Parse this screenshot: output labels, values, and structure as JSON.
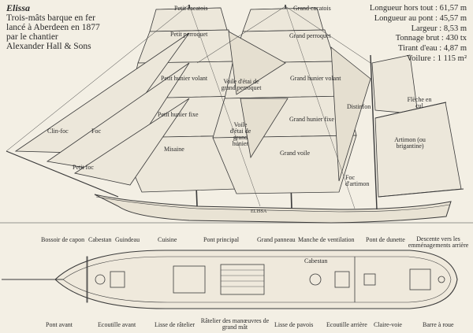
{
  "title": {
    "name": "Elissa",
    "lines": [
      "Trois-mâts barque en fer",
      "lancé à Aberdeen en 1877",
      "par le chantier",
      "Alexander Hall & Sons"
    ]
  },
  "specs": [
    "Longueur hors tout : 61,57 m",
    "Longueur au pont : 45,57 m",
    "Largeur : 8,53 m",
    "Tonnage brut : 430 tx",
    "Tirant d'eau : 4,87 m",
    "Voilure : 1 115 m²"
  ],
  "hull_name": "ELISSA",
  "sail_labels": {
    "petit_cacatois": "Petit cacatois",
    "grand_cacatois": "Grand cacatois",
    "petit_perroquet": "Petit perroquet",
    "grand_perroquet": "Grand perroquet",
    "petit_hunier_volant": "Petit hunier volant",
    "voile_etai_perroquet": "Voile d'étai de grand perroquet",
    "grand_hunier_volant": "Grand hunier volant",
    "petit_hunier_fixe": "Petit hunier fixe",
    "voile_etai_hunier": "Voile d'étai de grand hunier",
    "grand_hunier_fixe": "Grand hunier fixe",
    "misaine": "Misaine",
    "grand_voile": "Grand voile",
    "clin_foc": "Clin-foc",
    "foc": "Foc",
    "petit_foc": "Petit foc",
    "fleche_en_cul": "Flèche en cul",
    "artimon": "Artimon (ou brigantine)",
    "distinfon": "Distinfon",
    "foc_artimon": "Foc d'artimon"
  },
  "deck_labels_top": {
    "bossoir": "Bossoir de capon",
    "cabestan": "Cabestan",
    "guindeau": "Guindeau",
    "cuisine": "Cuisine",
    "pont_principal": "Pont principal",
    "grand_panneau": "Grand panneau",
    "manche": "Manche de ventilation",
    "pont_dunette": "Pont de dunette",
    "descente": "Descente vers les emménagements arrière",
    "cabestan_mid": "Cabestan"
  },
  "deck_labels_bottom": {
    "pont_avant": "Pont avant",
    "ecoutille_avant": "Ecoutille avant",
    "lisse_ratelier": "Lisse de râtelier",
    "ratelier": "Râtelier des manœuvres de grand mât",
    "lisse_pavois": "Lisse de pavois",
    "ecoutille_arriere": "Ecoutille arrière",
    "claire_voie": "Claire-voie",
    "barre": "Barre à roue"
  }
}
